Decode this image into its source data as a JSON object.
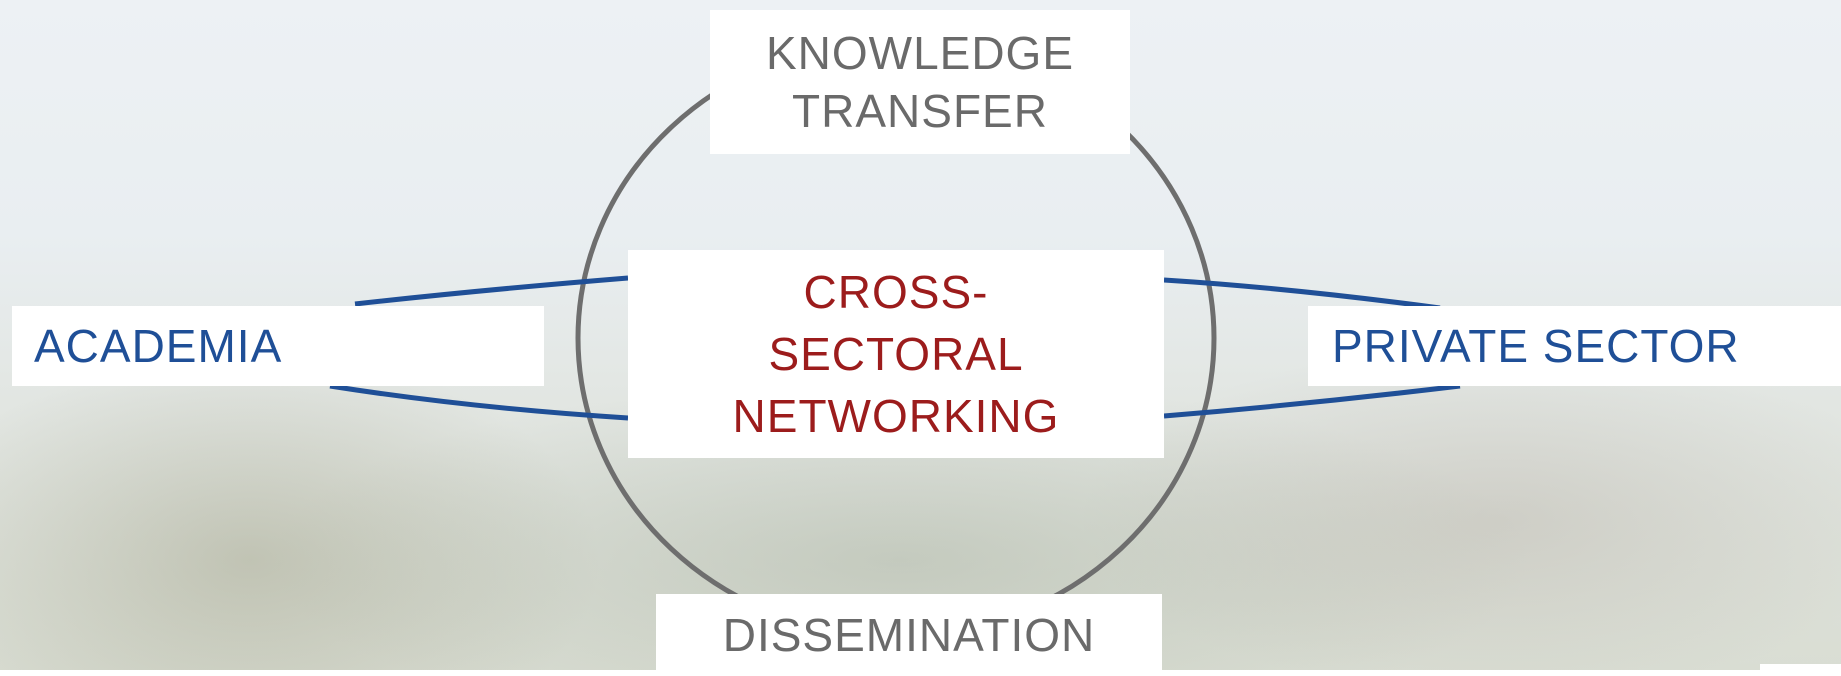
{
  "colors": {
    "circle": "#6e6e6e",
    "connector": "#1f4f97",
    "grey_text": "#6a6a6a",
    "blue_text": "#1f4f97",
    "red_text": "#9c1c1c"
  },
  "diagram": {
    "top": {
      "line1": "KNOWLEDGE",
      "line2": "TRANSFER"
    },
    "bottom": {
      "label": "DISSEMINATION"
    },
    "left": {
      "label": "ACADEMIA"
    },
    "right": {
      "label": "PRIVATE SECTOR"
    },
    "center": {
      "line1": "CROSS-",
      "line2": "SECTORAL",
      "line3": "NETWORKING"
    }
  }
}
